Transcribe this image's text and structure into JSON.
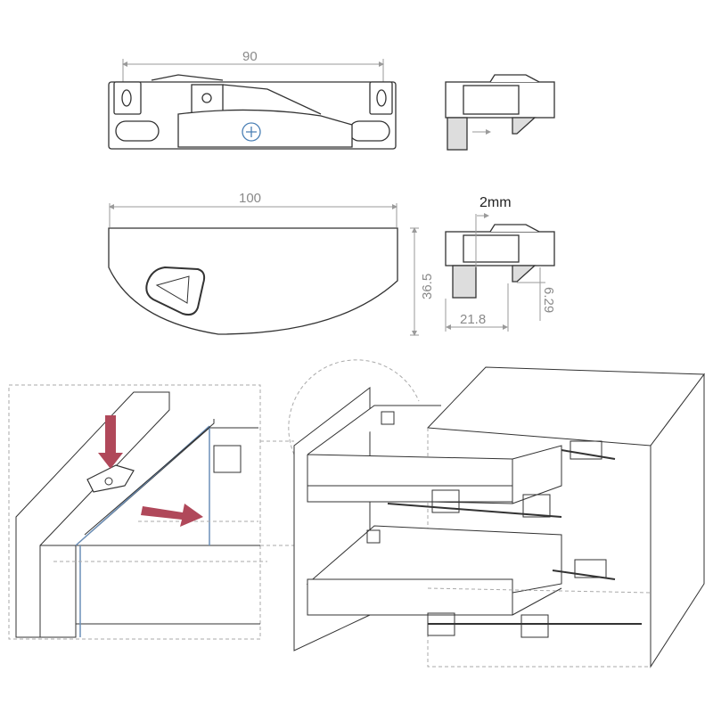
{
  "dimensions": {
    "top_width": "90",
    "lid_width": "100",
    "lid_height": "36.5",
    "gap": "2mm",
    "side_depth": "21.8",
    "pin_height": "6.29"
  },
  "colors": {
    "line": "#333333",
    "dim_line": "#9a9a9a",
    "arrow": "#b0485a",
    "blue_edge": "#6b8fb8"
  }
}
